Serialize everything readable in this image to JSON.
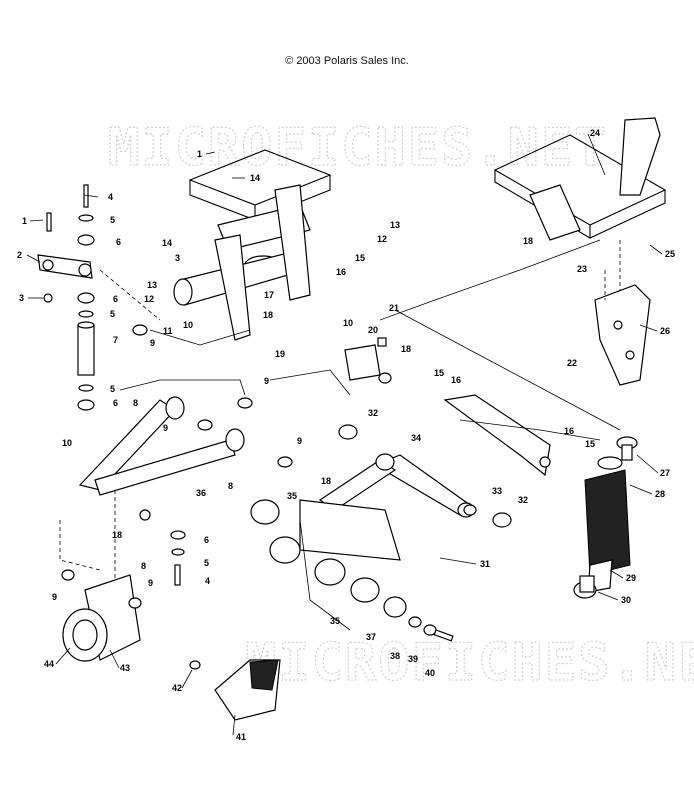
{
  "copyright": "© 2003 Polaris Sales Inc.",
  "watermark": "MICROFICHES.NET",
  "callouts": [
    "1",
    "2",
    "3",
    "4",
    "5",
    "6",
    "7",
    "8",
    "9",
    "10",
    "11",
    "12",
    "13",
    "14",
    "15",
    "16",
    "17",
    "18",
    "19",
    "20",
    "21",
    "22",
    "23",
    "24",
    "25",
    "26",
    "27",
    "28",
    "29",
    "30",
    "31",
    "32",
    "33",
    "34",
    "35",
    "36",
    "37",
    "38",
    "39",
    "40",
    "41",
    "42",
    "43",
    "44"
  ]
}
